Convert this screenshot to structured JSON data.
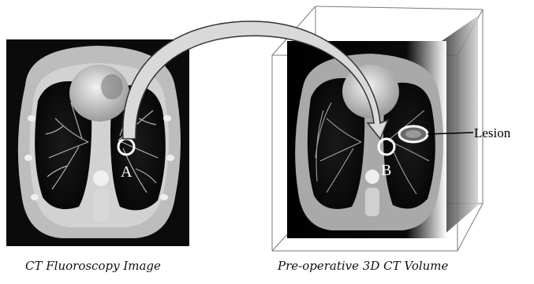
{
  "diagram": {
    "left_caption": "CT Fluoroscopy Image",
    "right_caption": "Pre-operative 3D CT Volume",
    "marker_a": "A",
    "marker_b": "B",
    "lesion_label": "Lesion"
  },
  "colors": {
    "background": "#ffffff",
    "scan_background": "#0a0a0a",
    "body_tissue": "#bdbdbd",
    "arrow_fill": "#d9d9d9",
    "arrow_stroke": "#333333",
    "marker": "#ffffff"
  }
}
